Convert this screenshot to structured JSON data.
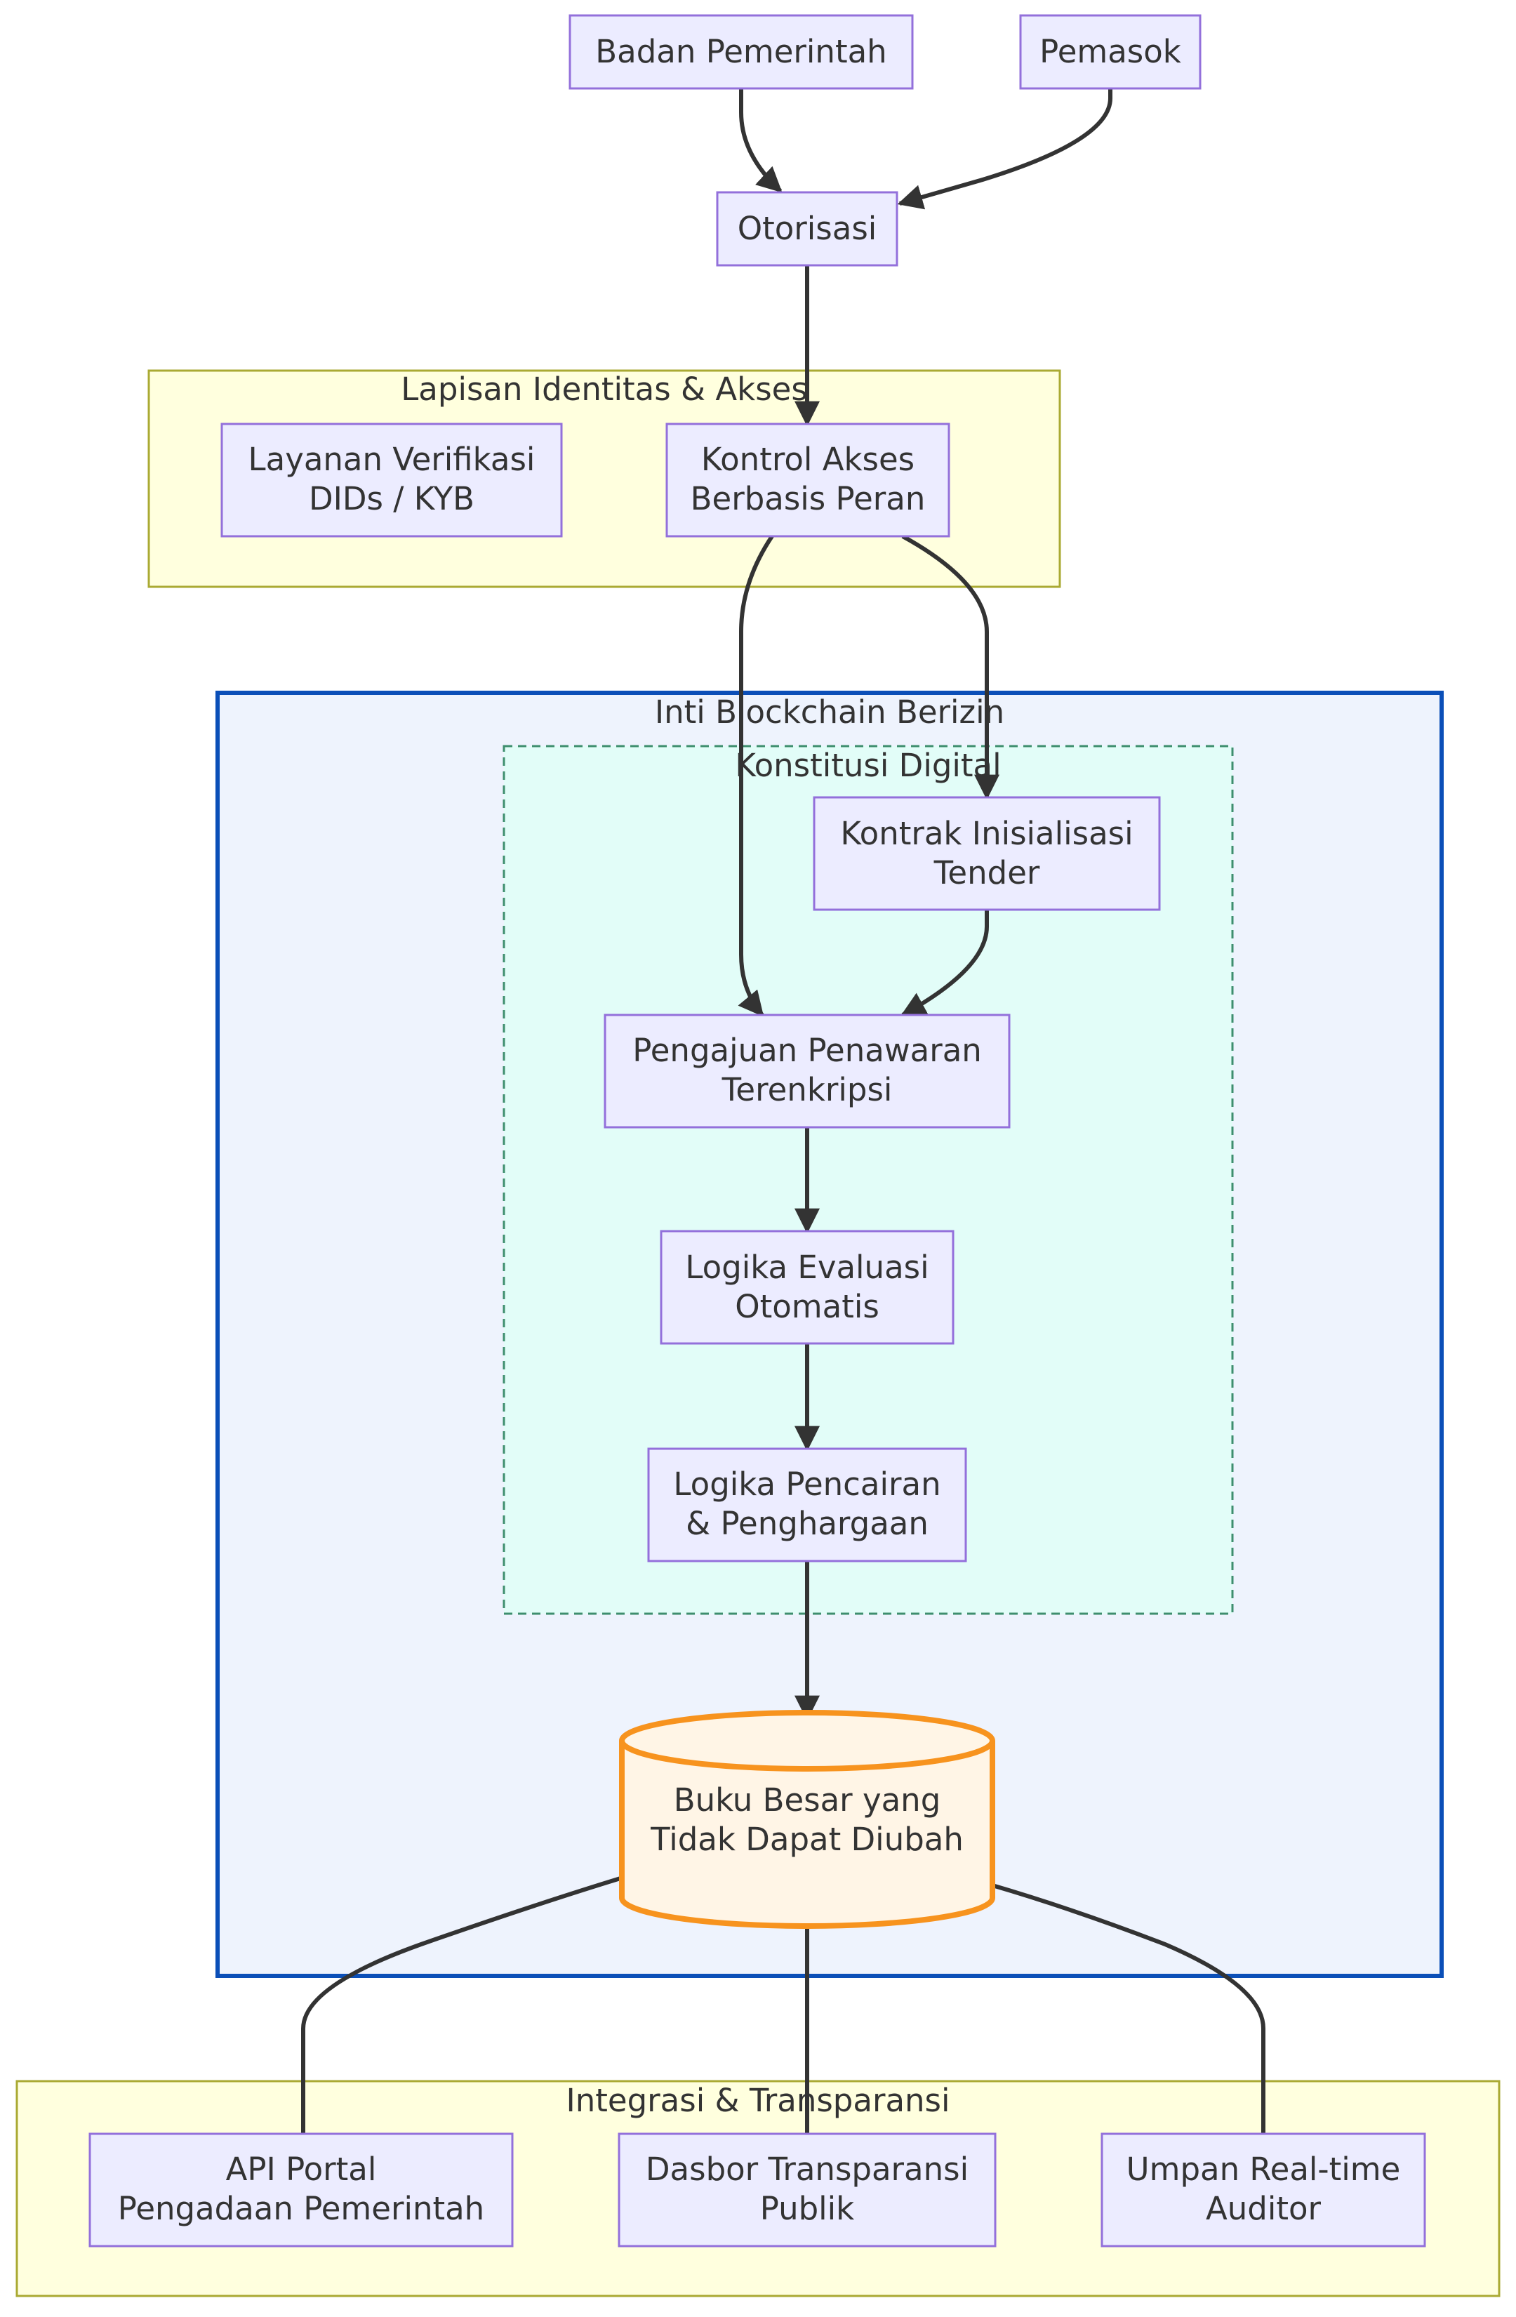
{
  "colors": {
    "node_fill": "#ECECFF",
    "node_stroke": "#9370DB",
    "cluster_yellow_fill": "#FFFFDE",
    "cluster_yellow_stroke": "#AAAA33",
    "core_fill": "#EEF3FD",
    "core_stroke": "#0B4FB8",
    "constitution_fill": "#E2FDF8",
    "constitution_stroke": "#3E8E6E",
    "ledger_fill": "#FFF5E6",
    "ledger_stroke": "#F7931E",
    "edge": "#333333",
    "text": "#333333"
  },
  "clusters": {
    "identity": {
      "label": "Lapisan Identitas & Akses"
    },
    "core": {
      "label": "Inti Blockchain Berizin"
    },
    "constitution": {
      "label": "Konstitusi Digital"
    },
    "integration": {
      "label": "Integrasi & Transparansi"
    }
  },
  "nodes": {
    "gov": {
      "lines": [
        "Badan Pemerintah"
      ]
    },
    "supplier": {
      "lines": [
        "Pemasok"
      ]
    },
    "auth": {
      "lines": [
        "Otorisasi"
      ]
    },
    "did": {
      "lines": [
        "Layanan Verifikasi",
        "DIDs / KYB"
      ]
    },
    "rbac": {
      "lines": [
        "Kontrol Akses",
        "Berbasis Peran"
      ]
    },
    "tender": {
      "lines": [
        "Kontrak Inisialisasi",
        "Tender"
      ]
    },
    "bid": {
      "lines": [
        "Pengajuan Penawaran",
        "Terenkripsi"
      ]
    },
    "eval": {
      "lines": [
        "Logika Evaluasi",
        "Otomatis"
      ]
    },
    "payout": {
      "lines": [
        "Logika Pencairan",
        "& Penghargaan"
      ]
    },
    "ledger": {
      "lines": [
        "Buku Besar yang",
        "Tidak Dapat Diubah"
      ]
    },
    "api": {
      "lines": [
        "API Portal",
        "Pengadaan Pemerintah"
      ]
    },
    "dashboard": {
      "lines": [
        "Dasbor Transparansi",
        "Publik"
      ]
    },
    "auditor": {
      "lines": [
        "Umpan Real-time",
        "Auditor"
      ]
    }
  },
  "edges": [
    {
      "from": "gov",
      "to": "auth",
      "arrow": true
    },
    {
      "from": "supplier",
      "to": "auth",
      "arrow": true
    },
    {
      "from": "auth",
      "to": "rbac",
      "arrow": true
    },
    {
      "from": "rbac",
      "to": "tender",
      "arrow": true
    },
    {
      "from": "rbac",
      "to": "bid",
      "arrow": true
    },
    {
      "from": "tender",
      "to": "bid",
      "arrow": true
    },
    {
      "from": "bid",
      "to": "eval",
      "arrow": true
    },
    {
      "from": "eval",
      "to": "payout",
      "arrow": true
    },
    {
      "from": "payout",
      "to": "ledger",
      "arrow": true
    },
    {
      "from": "ledger",
      "to": "api",
      "arrow": false
    },
    {
      "from": "ledger",
      "to": "dashboard",
      "arrow": false
    },
    {
      "from": "ledger",
      "to": "auditor",
      "arrow": false
    }
  ]
}
